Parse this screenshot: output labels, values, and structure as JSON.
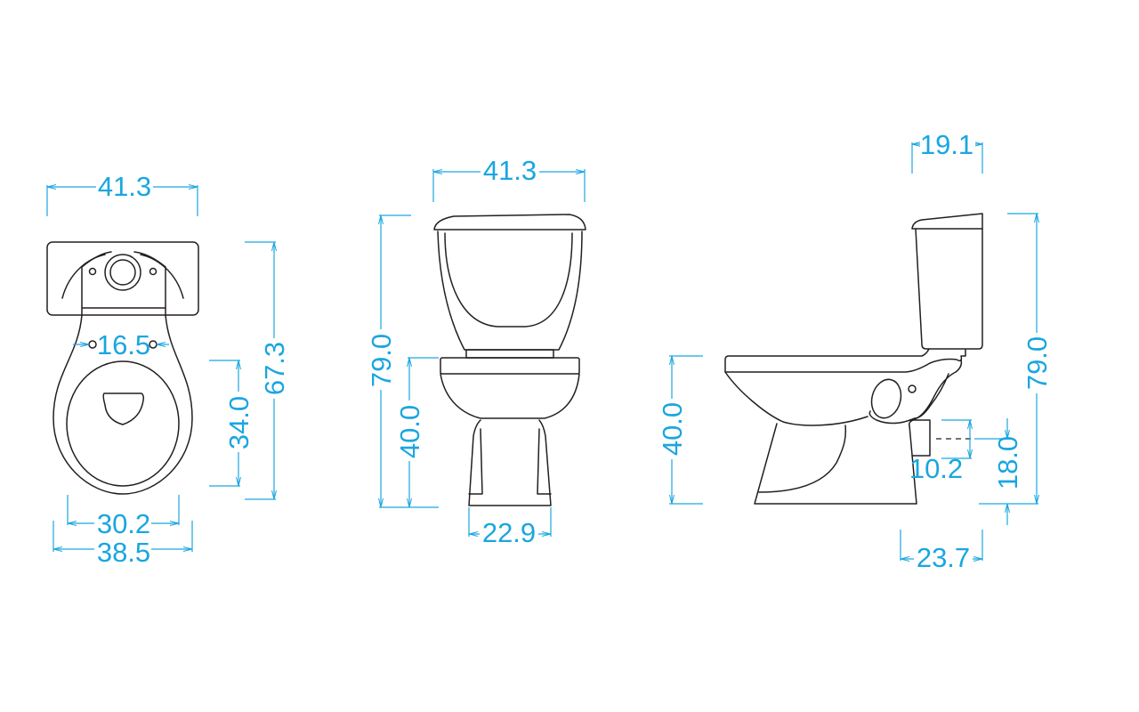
{
  "colors": {
    "dimension": "#1aa6e0",
    "outline": "#231f20"
  },
  "top_view": {
    "tank_width": "41.3",
    "bolt_spacing": "16.5",
    "overall_length": "67.3",
    "seat_length": "34.0",
    "seat_width": "30.2",
    "bowl_width": "38.5"
  },
  "front_view": {
    "tank_width": "41.3",
    "overall_height": "79.0",
    "seat_height": "40.0",
    "base_width": "22.9"
  },
  "side_view": {
    "tank_depth": "19.1",
    "overall_height": "79.0",
    "seat_height": "40.0",
    "outlet_size": "10.2",
    "outlet_height": "18.0",
    "outlet_offset": "23.7"
  }
}
